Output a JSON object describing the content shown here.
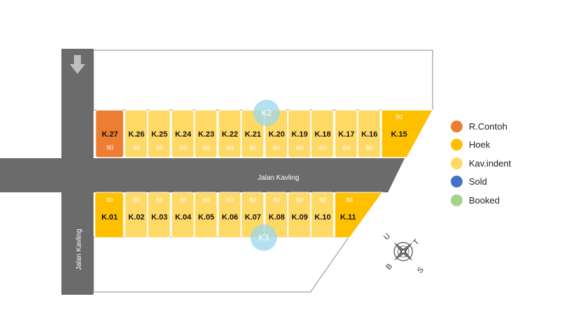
{
  "colors": {
    "contoh": "#ED7D31",
    "hoek": "#FFC000",
    "indent": "#FFD966",
    "sold": "#4472C4",
    "booked": "#A9D18E",
    "road": "#6B6B6B",
    "marker": "#9BD7EE"
  },
  "roads": {
    "horizontal": "Jalan Kavling",
    "vertical": "Jalan Kavling"
  },
  "top_row": [
    {
      "id": "K.27",
      "size": "90",
      "status": "contoh"
    },
    {
      "id": "K.26",
      "size": "60",
      "status": "indent"
    },
    {
      "id": "K.25",
      "size": "60",
      "status": "indent"
    },
    {
      "id": "K.24",
      "size": "60",
      "status": "indent"
    },
    {
      "id": "K.23",
      "size": "60",
      "status": "indent"
    },
    {
      "id": "K.22",
      "size": "60",
      "status": "indent"
    },
    {
      "id": "K.21",
      "size": "60",
      "status": "indent"
    },
    {
      "id": "K.20",
      "size": "60",
      "status": "indent"
    },
    {
      "id": "K.19",
      "size": "60",
      "status": "indent"
    },
    {
      "id": "K.18",
      "size": "60",
      "status": "indent"
    },
    {
      "id": "K.17",
      "size": "60",
      "status": "indent"
    },
    {
      "id": "K.16",
      "size": "60",
      "status": "indent"
    },
    {
      "id": "K.15",
      "size": "90",
      "status": "hoek"
    }
  ],
  "bottom_row": [
    {
      "id": "K.01",
      "size": "90",
      "status": "hoek"
    },
    {
      "id": "K.02",
      "size": "60",
      "status": "indent"
    },
    {
      "id": "K.03",
      "size": "60",
      "status": "indent"
    },
    {
      "id": "K.04",
      "size": "60",
      "status": "indent"
    },
    {
      "id": "K.05",
      "size": "60",
      "status": "indent"
    },
    {
      "id": "K.06",
      "size": "60",
      "status": "indent"
    },
    {
      "id": "K.07",
      "size": "60",
      "status": "indent"
    },
    {
      "id": "K.08",
      "size": "60",
      "status": "indent"
    },
    {
      "id": "K.09",
      "size": "60",
      "status": "indent"
    },
    {
      "id": "K.10",
      "size": "60",
      "status": "indent"
    },
    {
      "id": "K.11",
      "size": "84",
      "status": "hoek"
    }
  ],
  "markers": [
    {
      "label": "K2"
    },
    {
      "label": "K3"
    }
  ],
  "legend": [
    {
      "label": "R.Contoh",
      "status": "contoh"
    },
    {
      "label": "Hoek",
      "status": "hoek"
    },
    {
      "label": "Kav.indent",
      "status": "indent"
    },
    {
      "label": "Sold",
      "status": "sold"
    },
    {
      "label": "Booked",
      "status": "booked"
    }
  ],
  "compass": {
    "n": "U",
    "e": "T",
    "s": "S",
    "w": "B"
  }
}
